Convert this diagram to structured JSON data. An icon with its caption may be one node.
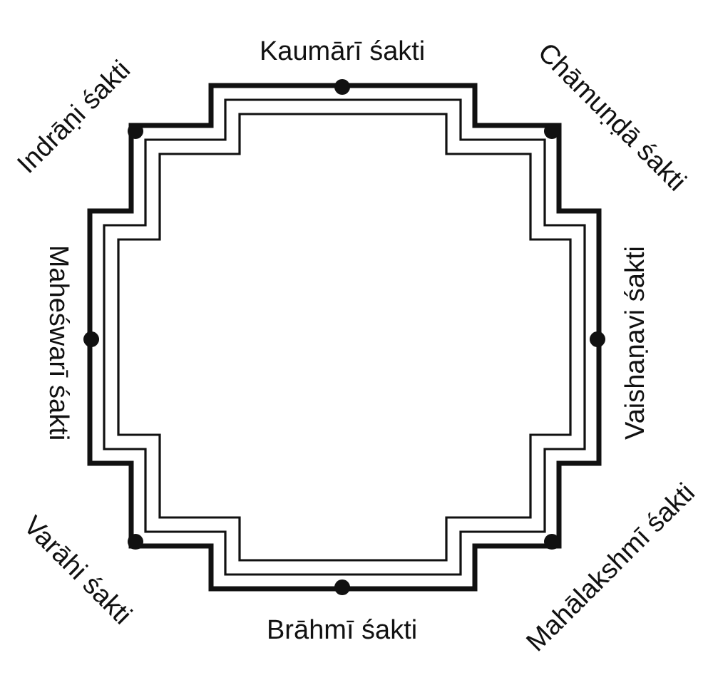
{
  "diagram": {
    "labels": [
      "Indrāṇi śakti",
      "Kaumārī śakti",
      "Chāmuṇḍā śakti",
      "Maheśwarī śakti",
      "Vaishaṇavi śakti",
      "Varāhi śakti",
      "Brāhmī śakti",
      "Mahālakshmī śakti"
    ]
  }
}
